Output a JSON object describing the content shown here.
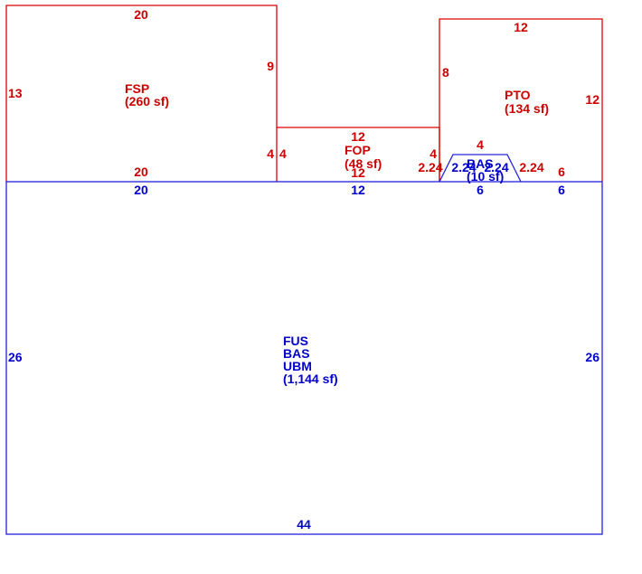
{
  "colors": {
    "addition": "#cc0000",
    "main": "#0000cc"
  },
  "areas": {
    "fsp": {
      "line1": "FSP",
      "line2": "(260 sf)"
    },
    "fop": {
      "line1": "FOP",
      "line2": "(48 sf)"
    },
    "pto": {
      "line1": "PTO",
      "line2": "(134 sf)"
    },
    "bas_small": {
      "line1": "BAS",
      "line2": "(10 sf)"
    },
    "main": {
      "line1": "FUS",
      "line2": "BAS",
      "line3": "UBM",
      "line4": "(1,144 sf)"
    }
  },
  "dimensions": {
    "fsp_top": "20",
    "fsp_left": "13",
    "fsp_right": "9",
    "fsp_bottom": "20",
    "fsp_step": "4",
    "fop_left": "4",
    "fop_top": "12",
    "fop_bottom": "12",
    "fop_right": "4",
    "pto_top": "12",
    "pto_left": "8",
    "pto_right": "12",
    "pto_bottom": "6",
    "bay_top": "4",
    "bay_left_outer": "2.24",
    "bay_left_inner": "2.24",
    "bay_right_inner": "2.24",
    "bay_right_outer": "2.24",
    "main_top_left": "20",
    "main_top_mid": "12",
    "main_top_bay": "6",
    "main_top_right": "6",
    "main_left": "26",
    "main_right": "26",
    "main_bottom": "44"
  }
}
